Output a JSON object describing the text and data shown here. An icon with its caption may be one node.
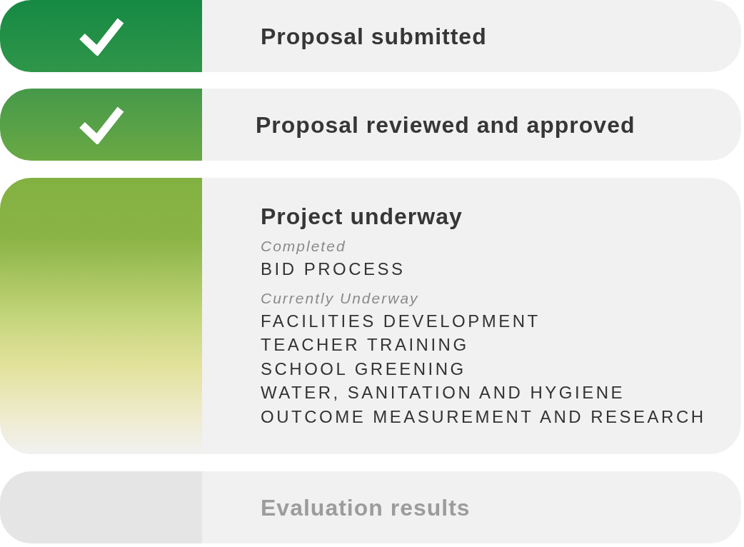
{
  "diagram": {
    "nodes": [
      {
        "text": [
          "Proposal submitted"
        ]
      },
      {
        "text": [
          "Proposal reviewed and approved"
        ]
      },
      {
        "text": [
          "Project underway",
          "Completed",
          "BID PROCESS",
          "Currently Underway",
          "FACILITIES DEVELOPMENT",
          "TEACHER TRAINING",
          "SCHOOL GREENING",
          "WATER, SANITATION AND HYGIENE",
          "OUTCOME MEASUREMENT AND RESEARCH"
        ]
      },
      {
        "text": [
          "Evaluation results"
        ]
      }
    ]
  }
}
